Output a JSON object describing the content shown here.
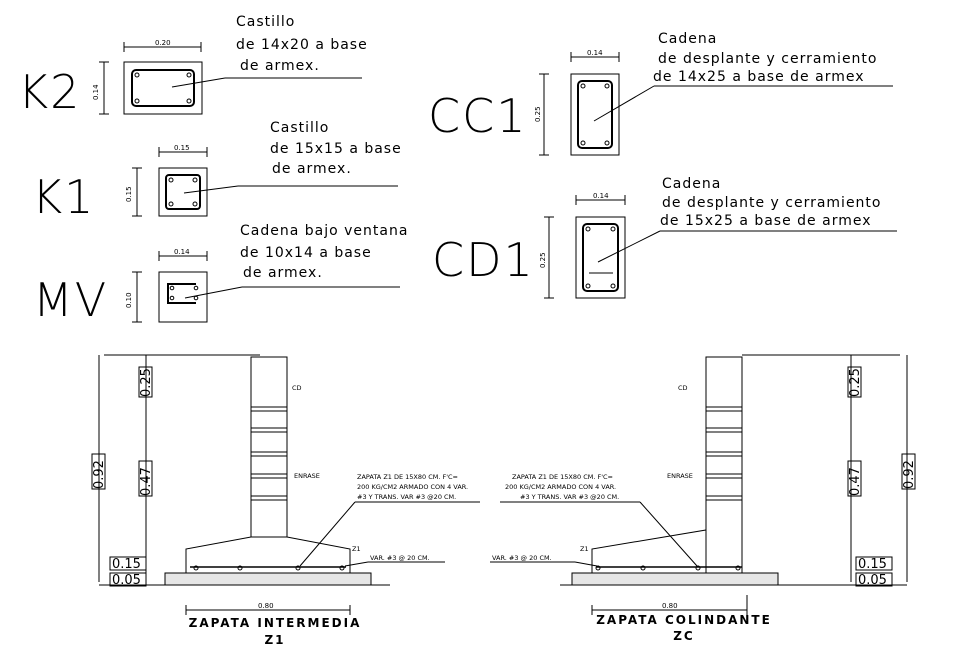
{
  "sections": {
    "k2": {
      "code": "K2",
      "width": "0.20",
      "height": "0.14",
      "desc": [
        "Castillo",
        "de 14x20 a base",
        "de armex."
      ]
    },
    "k1": {
      "code": "K1",
      "width": "0.15",
      "height": "0.15",
      "desc": [
        "Castillo",
        "de 15x15 a base",
        "de armex."
      ]
    },
    "mv": {
      "code": "MV",
      "width": "0.14",
      "height": "0.10",
      "desc": [
        "Cadena bajo ventana",
        "de 10x14 a base",
        "de armex."
      ]
    },
    "cc1": {
      "code": "CC1",
      "width": "0.14",
      "height": "0.25",
      "desc": [
        "Cadena",
        "de desplante y cerramiento",
        "de 14x25 a base de armex"
      ]
    },
    "cd1": {
      "code": "CD1",
      "width": "0.14",
      "height": "0.25",
      "desc": [
        "Cadena",
        "de desplante y cerramiento",
        "de 15x25 a base de armex"
      ]
    }
  },
  "footings": {
    "intermedia": {
      "title": "ZAPATA INTERMEDIA",
      "code": "Z1",
      "width": "0.80",
      "levels": [
        "0.25",
        "0.47",
        "0.92",
        "0.15",
        "0.05"
      ],
      "tag_cd": "CD",
      "tag_enrase": "ENRASE",
      "tag_z1": "Z1",
      "note": [
        "ZAPATA Z1 DE 15X80 CM. F'C=",
        "200 KG/CM2 ARMADO CON 4 VAR.",
        "#3 Y TRANS. VAR #3 @20 CM."
      ],
      "var_note": "VAR. #3 @ 20 CM."
    },
    "colindante": {
      "title": "ZAPATA COLINDANTE",
      "code": "ZC",
      "width": "0.80",
      "levels": [
        "0.25",
        "0.47",
        "0.92",
        "0.15",
        "0.05"
      ],
      "tag_cd": "CD",
      "tag_enrase": "ENRASE",
      "tag_z1": "Z1",
      "note": [
        "ZAPATA Z1 DE 15X80 CM. F'C=",
        "200 KG/CM2 ARMADO CON 4 VAR.",
        "#3 Y TRANS. VAR #3 @20 CM."
      ],
      "var_note": "VAR. #3 @ 20 CM."
    }
  }
}
